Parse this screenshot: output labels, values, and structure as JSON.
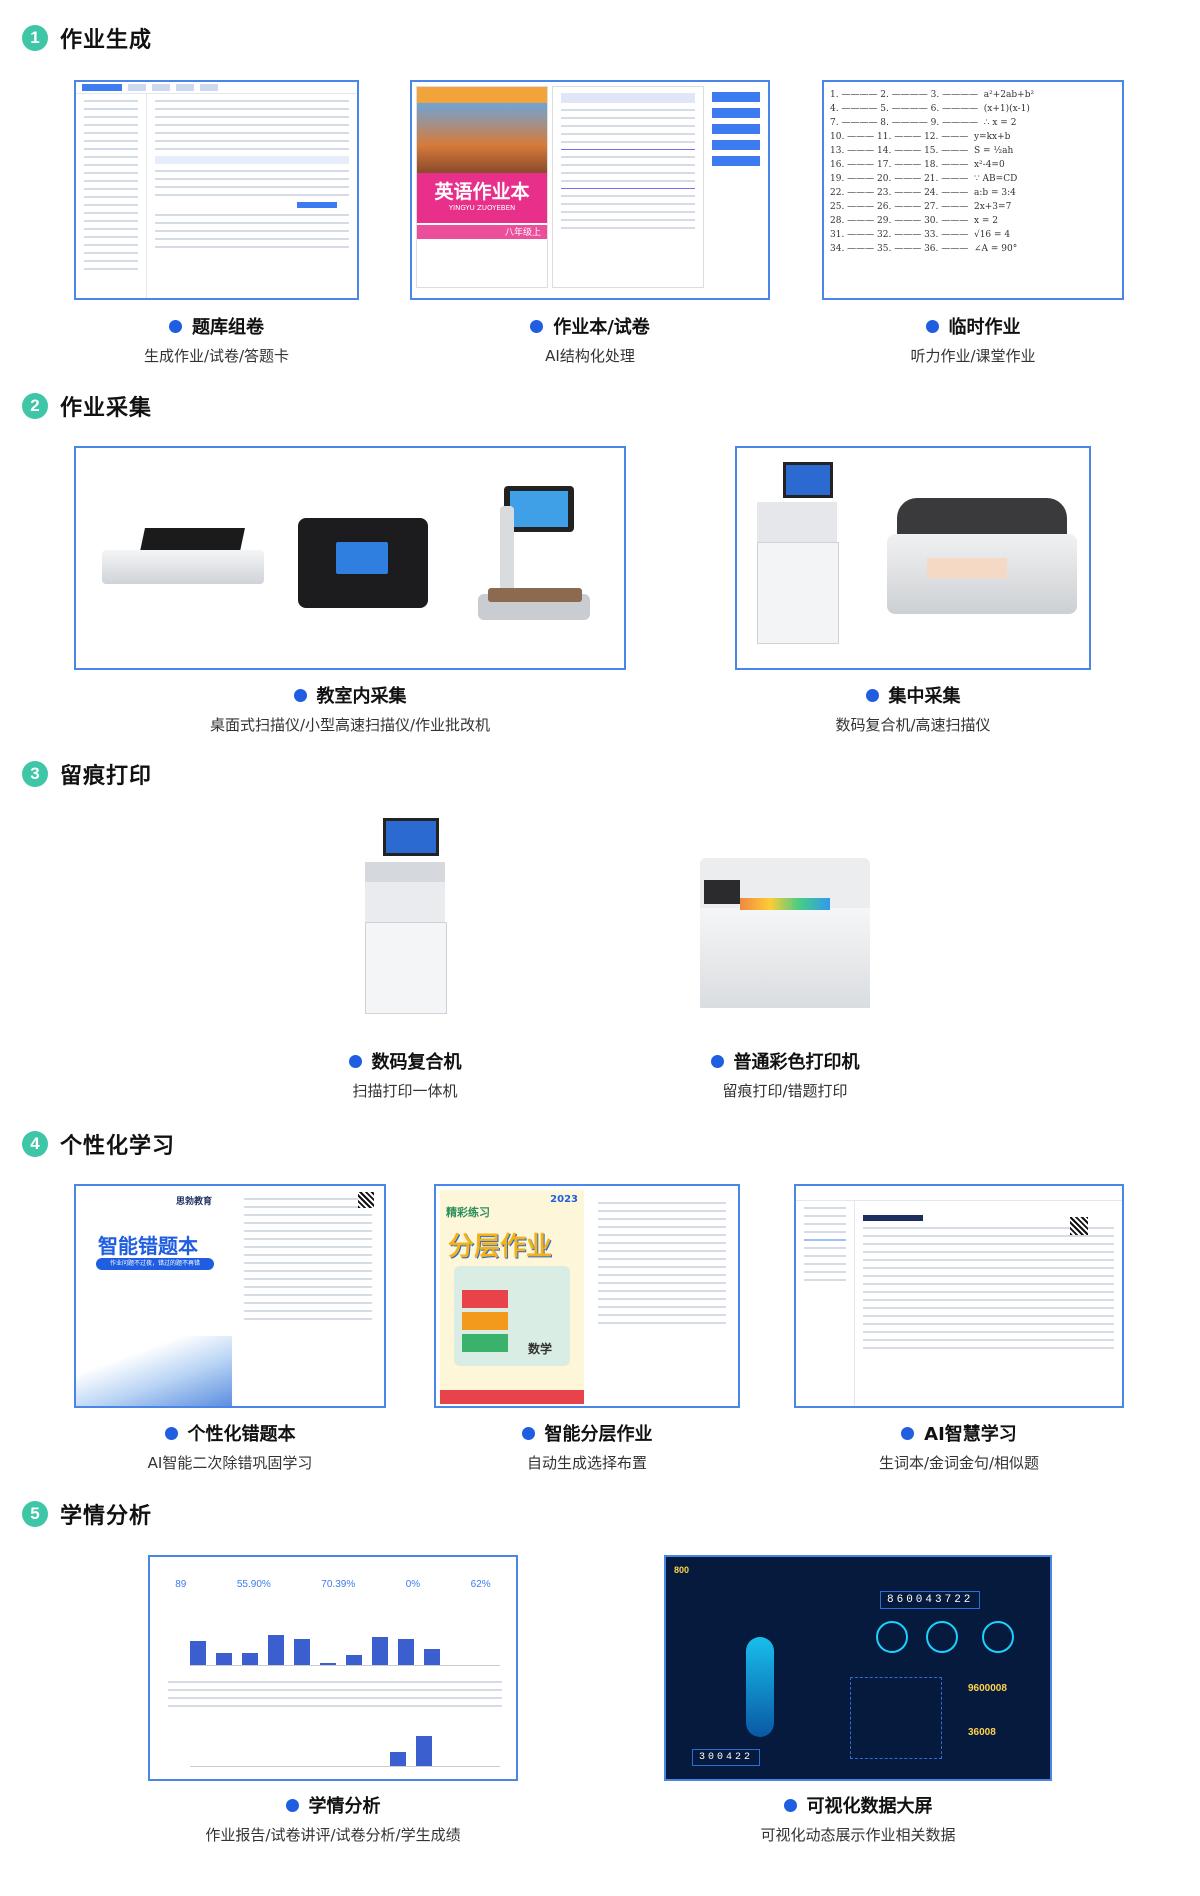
{
  "sections": [
    {
      "num": "1",
      "title": "作业生成"
    },
    {
      "num": "2",
      "title": "作业采集"
    },
    {
      "num": "3",
      "title": "留痕打印"
    },
    {
      "num": "4",
      "title": "个性化学习"
    },
    {
      "num": "5",
      "title": "学情分析"
    }
  ],
  "items": {
    "tiku": {
      "title": "题库组卷",
      "sub": "生成作业/试卷/答题卡"
    },
    "zuoyeben": {
      "title": "作业本/试卷",
      "sub": "AI结构化处理"
    },
    "linshi": {
      "title": "临时作业",
      "sub": "听力作业/课堂作业"
    },
    "jiaoshi": {
      "title": "教室内采集",
      "sub": "桌面式扫描仪/小型高速扫描仪/作业批改机"
    },
    "jizhong": {
      "title": "集中采集",
      "sub": "数码复合机/高速扫描仪"
    },
    "fuheji": {
      "title": "数码复合机",
      "sub": "扫描打印一体机"
    },
    "caise": {
      "title": "普通彩色打印机",
      "sub": "留痕打印/错题打印"
    },
    "cuotiben": {
      "title": "个性化错题本",
      "sub": "AI智能二次除错巩固学习"
    },
    "fenceng": {
      "title": "智能分层作业",
      "sub": "自动生成选择布置"
    },
    "aixuexi": {
      "title": "AI智慧学习",
      "sub": "生词本/金词金句/相似题"
    },
    "xueqing": {
      "title": "学情分析",
      "sub": "作业报告/试卷讲评/试卷分析/学生成绩"
    },
    "dashuju": {
      "title": "可视化数据大屏",
      "sub": "可视化动态展示作业相关数据"
    }
  },
  "thumbs": {
    "book_title": "英语作业本",
    "book_pinyin": "YINGYU ZUOYEBEN",
    "book_grade": "八年级上",
    "cuoti_title": "智能错题本",
    "cuoti_tag": "作业问题不过夜，错过的题不再错",
    "fenceng_title": "分层作业",
    "fenceng_year": "2023",
    "fenceng_top": "精彩练习",
    "fenceng_subject": "数学",
    "brand": "思勃教育",
    "stats": [
      "89",
      "55.90%",
      "70.39%",
      "0%",
      "62%"
    ],
    "big_counter": "860043722",
    "small_counter": "300422",
    "big_top": "800",
    "big_value1": "9600008",
    "big_value2": "36008"
  },
  "colors": {
    "accent": "#1f5ee0",
    "border": "#4a86e8",
    "badge": "#3ec6a6"
  }
}
